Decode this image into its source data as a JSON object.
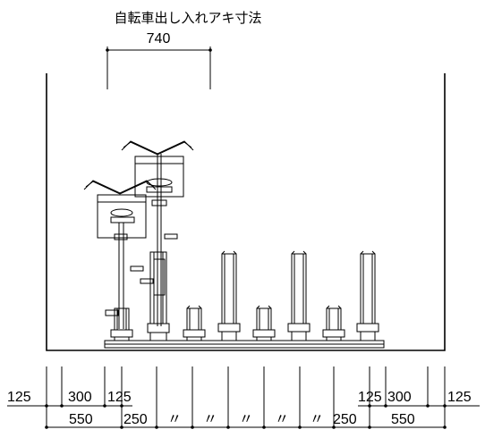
{
  "title": "自転車出し入れアキ寸法",
  "clearance": "740",
  "row1": {
    "left": [
      "125",
      "300",
      "125"
    ],
    "right": [
      "125",
      "300",
      "125"
    ]
  },
  "row2": {
    "left_550": "550",
    "left_250": "250",
    "ditto": [
      "〃",
      "〃",
      "〃",
      "〃",
      "〃"
    ],
    "right_250": "250",
    "right_550": "550"
  }
}
